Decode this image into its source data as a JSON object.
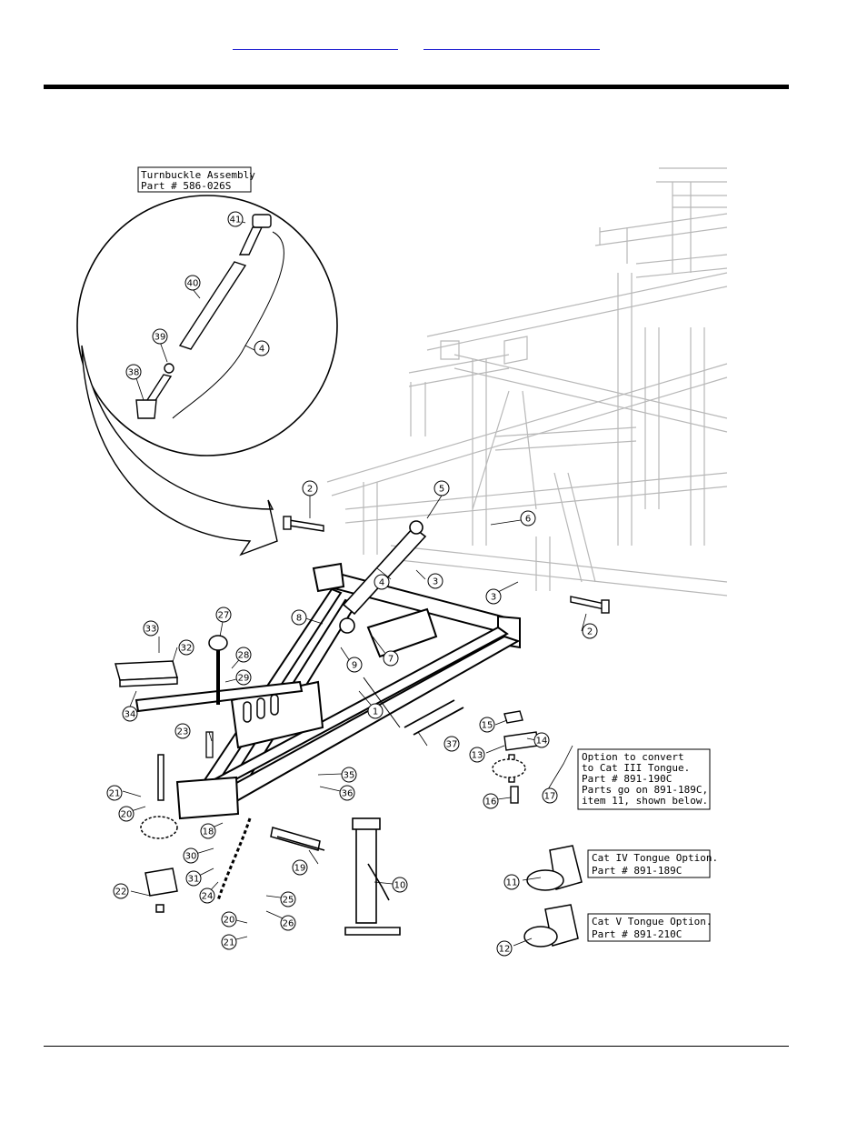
{
  "header": {
    "link1": "",
    "link2": ""
  },
  "callouts": {
    "turnbuckle": {
      "line1": "Turnbuckle Assembly",
      "line2": "Part # 586-026S"
    },
    "cat3": {
      "line1": "Option to convert",
      "line2": "to Cat III Tongue.",
      "line3": "Part # 891-190C",
      "line4": "Parts go on 891-189C,",
      "line5": "item 11, shown below."
    },
    "cat4": {
      "line1": "Cat IV Tongue Option.",
      "line2": "Part # 891-189C"
    },
    "cat5": {
      "line1": "Cat V Tongue Option.",
      "line2": "Part # 891-210C"
    }
  },
  "part_numbers": {
    "p1": "1",
    "p2a": "2",
    "p2b": "2",
    "p3a": "3",
    "p3b": "3",
    "p4a": "4",
    "p4b": "4",
    "p5": "5",
    "p6": "6",
    "p7": "7",
    "p8": "8",
    "p9": "9",
    "p10": "10",
    "p11": "11",
    "p12": "12",
    "p13": "13",
    "p14": "14",
    "p15": "15",
    "p16": "16",
    "p17": "17",
    "p18": "18",
    "p19": "19",
    "p20a": "20",
    "p20b": "20",
    "p21a": "21",
    "p21b": "21",
    "p22": "22",
    "p23": "23",
    "p24": "24",
    "p25": "25",
    "p26": "26",
    "p27": "27",
    "p28": "28",
    "p29": "29",
    "p30": "30",
    "p31": "31",
    "p32": "32",
    "p33": "33",
    "p34": "34",
    "p35": "35",
    "p36": "36",
    "p37": "37",
    "p38": "38",
    "p39": "39",
    "p40": "40",
    "p41": "41"
  }
}
